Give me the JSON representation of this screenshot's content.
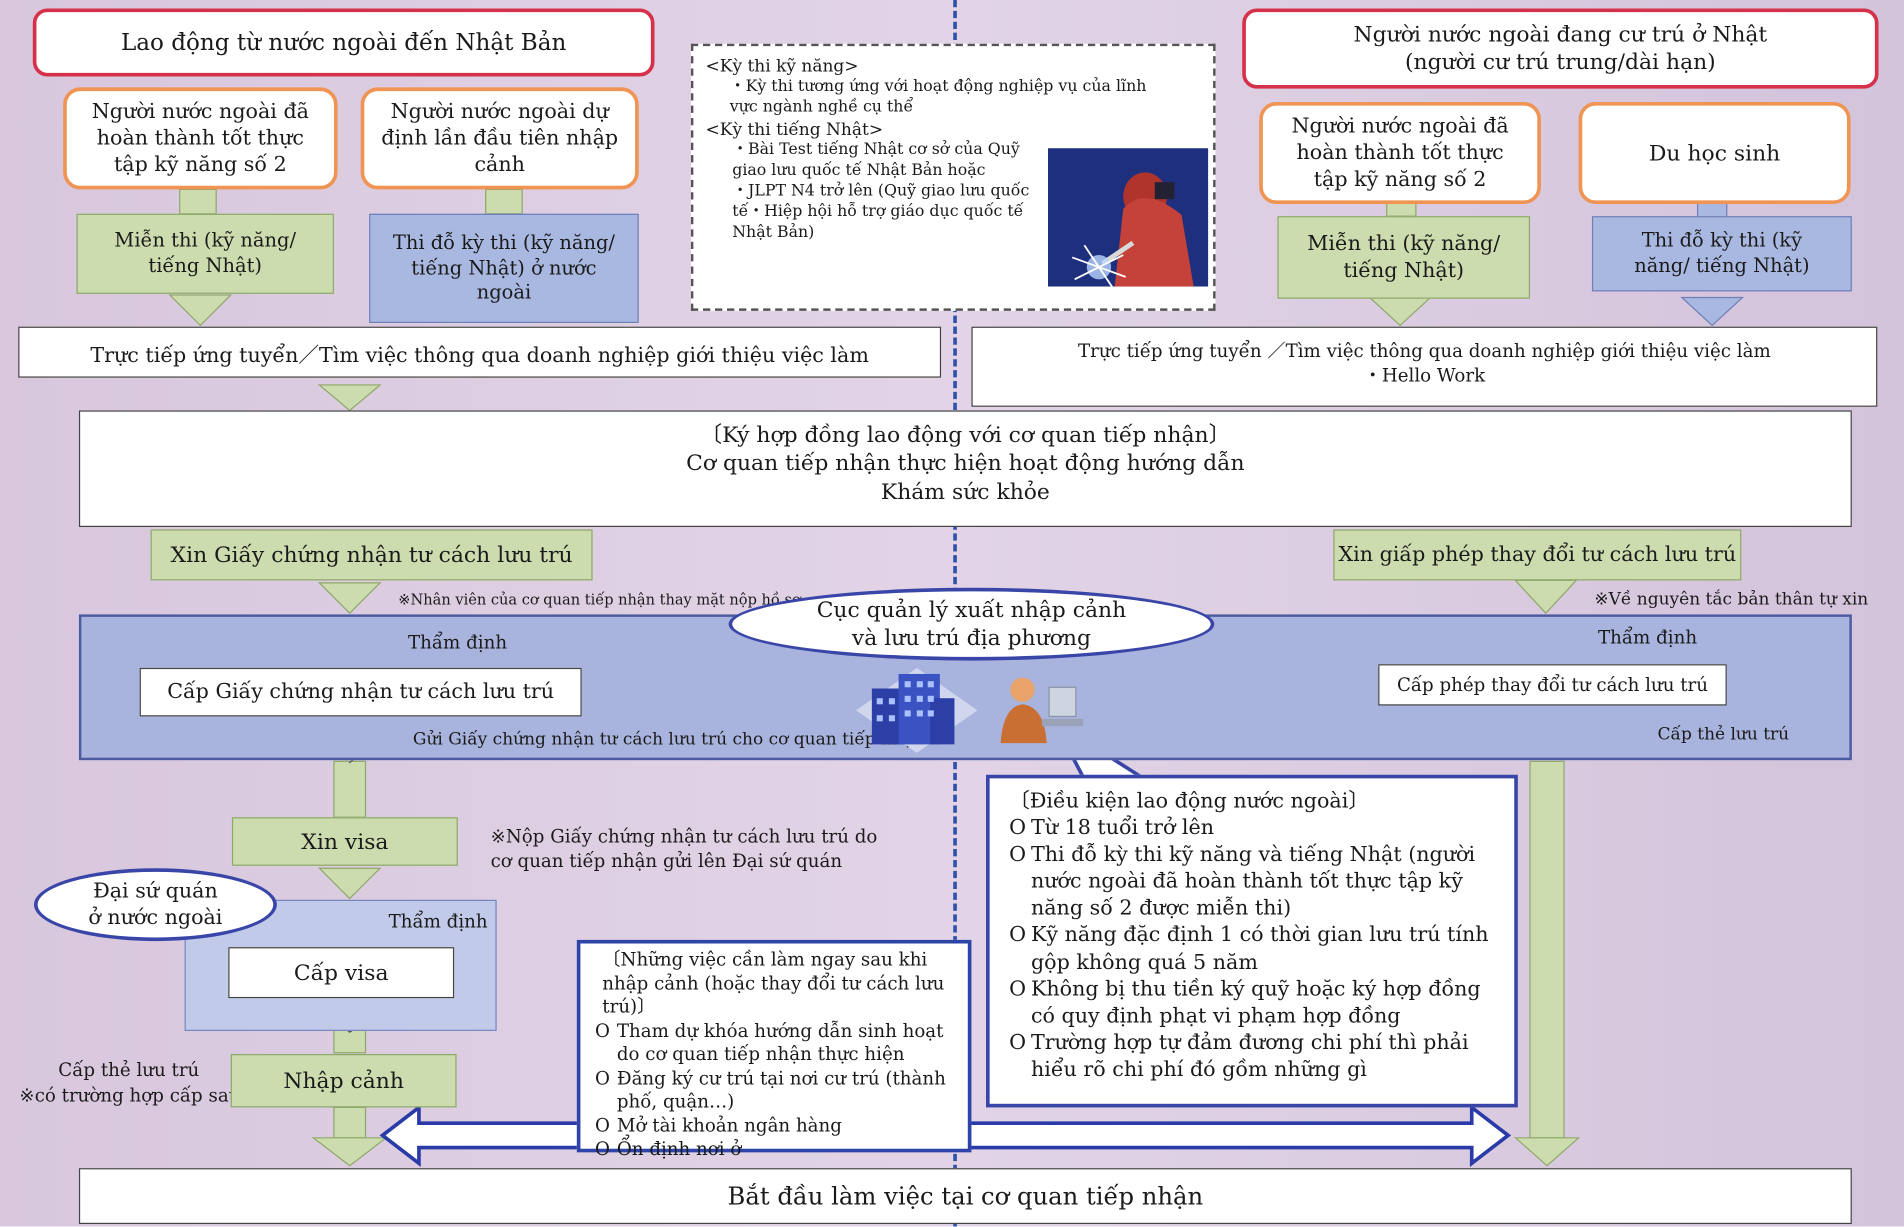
{
  "left_header": "Lao động từ nước ngoài đến Nhật Bản",
  "right_header": "Người nước ngoài đang cư trú ở Nhật\n(người cư trú trung/dài hạn)",
  "left_source_1": "Người nước ngoài đã hoàn thành tốt thực tập kỹ năng số 2",
  "left_source_2": "Người nước ngoài dự định lần đầu tiên nhập cảnh",
  "right_source_1": "Người nước ngoài đã hoàn thành tốt thực tập kỹ năng số 2",
  "right_source_2": "Du học sinh",
  "exempt_left": "Miễn thi (kỹ năng/ tiếng Nhật)",
  "pass_left": "Thi đỗ kỳ thi (kỹ năng/ tiếng Nhật) ở nước ngoài",
  "exempt_right": "Miễn thi (kỹ năng/ tiếng Nhật)",
  "pass_right": "Thi đỗ kỳ thi (kỹ năng/ tiếng Nhật)",
  "exam_box": {
    "skill_title": "<Kỳ thi kỹ năng>",
    "skill_desc": "・Kỳ thi tương ứng với hoạt động nghiệp vụ của lĩnh vực ngành nghề cụ thể",
    "lang_title": "<Kỳ thi tiếng Nhật>",
    "lang_desc_1": "・Bài Test tiếng Nhật cơ sở của Quỹ giao lưu quốc tế Nhật Bản hoặc",
    "lang_desc_2": "・JLPT N4 trở lên (Quỹ giao lưu quốc tế・Hiệp hội hỗ trợ giáo dục quốc tế Nhật Bản)"
  },
  "apply_left": "Trực tiếp ứng tuyển／Tìm việc thông qua doanh nghiệp giới thiệu việc làm",
  "apply_right_1": "Trực tiếp ứng tuyển ／Tìm việc thông qua doanh nghiệp giới thiệu việc làm",
  "apply_right_2": "・Hello Work",
  "contract_1": "〔Ký hợp đồng lao động với cơ quan tiếp nhận〕",
  "contract_2": "Cơ quan tiếp nhận thực hiện hoạt động hướng dẫn",
  "contract_3": "Khám sức khỏe",
  "coe_apply": "Xin Giấy chứng nhận tư cách lưu trú",
  "coe_apply_note": "※Nhân viên của cơ quan tiếp nhận thay mặt nộp hồ sơ",
  "change_apply": "Xin giấp phép thay đổi tư cách lưu trú",
  "change_apply_note": "※Về nguyên tắc bản thân tự xin",
  "bureau": "Cục quản lý xuất nhập cảnh và lưu trú địa phương",
  "review_left": "Thẩm định",
  "review_right": "Thẩm định",
  "coe_issue": "Cấp Giấy chứng nhận tư cách lưu trú",
  "coe_send": "Gửi Giấy chứng nhận tư cách lưu trú cho cơ quan tiếp nhận",
  "change_issue": "Cấp phép thay đổi tư cách lưu trú",
  "card_issue_right": "Cấp thẻ lưu trú",
  "visa_apply": "Xin visa",
  "visa_note": "※Nộp Giấy chứng nhận tư cách lưu trú do cơ quan tiếp nhận gửi lên Đại sứ quán",
  "embassy": "Đại sứ quán ở nước ngoài",
  "review_embassy": "Thẩm định",
  "visa_issue": "Cấp visa",
  "card_issue_left": "Cấp thẻ lưu trú",
  "card_issue_left_note": "※có trường hợp cấp sau",
  "entry": "Nhập cảnh",
  "conditions": {
    "title": "〔Điều kiện lao động nước ngoài〕",
    "items": [
      "Từ 18 tuổi trở lên",
      "Thi đỗ kỳ thi kỹ năng và tiếng Nhật (người nước ngoài đã hoàn thành tốt thực tập kỹ năng số 2 được miễn thi)",
      "Kỹ năng đặc định 1 có  thời gian lưu trú tính gộp không quá 5 năm",
      "Không bị thu tiền ký quỹ hoặc ký hợp đồng có quy định phạt vi phạm hợp đồng",
      "Trường hợp tự đảm đương chi phí thì phải hiểu rõ chi phí đó gồm những gì"
    ]
  },
  "todo": {
    "title": "〔Những việc cần làm ngay sau khi nhập cảnh (hoặc thay đổi tư cách lưu trú)〕",
    "items": [
      "Tham dự khóa hướng dẫn sinh hoạt do cơ quan tiếp nhận thực hiện",
      "Đăng ký cư trú tại nơi cư trú (thành phố, quận…)",
      "Mở tài khoản ngân hàng",
      "Ổn định nơi ở"
    ]
  },
  "start_work": "Bắt đầu làm việc tại cơ quan tiếp nhận"
}
